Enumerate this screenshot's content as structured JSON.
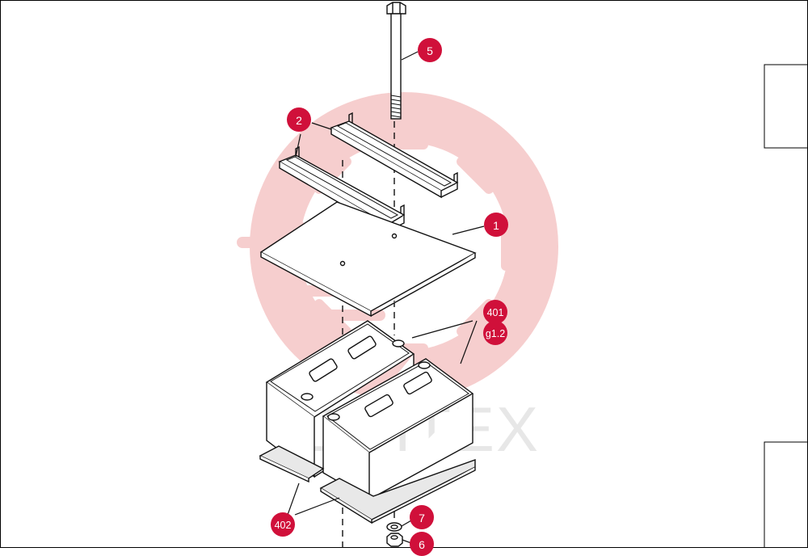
{
  "watermark": {
    "text": "DIHTEX",
    "color": "#f4c4c4"
  },
  "callouts": [
    {
      "id": "5",
      "label": "5"
    },
    {
      "id": "2",
      "label": "2"
    },
    {
      "id": "1",
      "label": "1"
    },
    {
      "id": "401",
      "label": "401"
    },
    {
      "id": "g12",
      "label": "g1.2"
    },
    {
      "id": "7",
      "label": "7"
    },
    {
      "id": "6",
      "label": "6"
    },
    {
      "id": "402",
      "label": "402"
    }
  ],
  "colors": {
    "callout_fill": "#d0103a",
    "line": "#111111",
    "watermark_gear": "#f4c4c4"
  }
}
